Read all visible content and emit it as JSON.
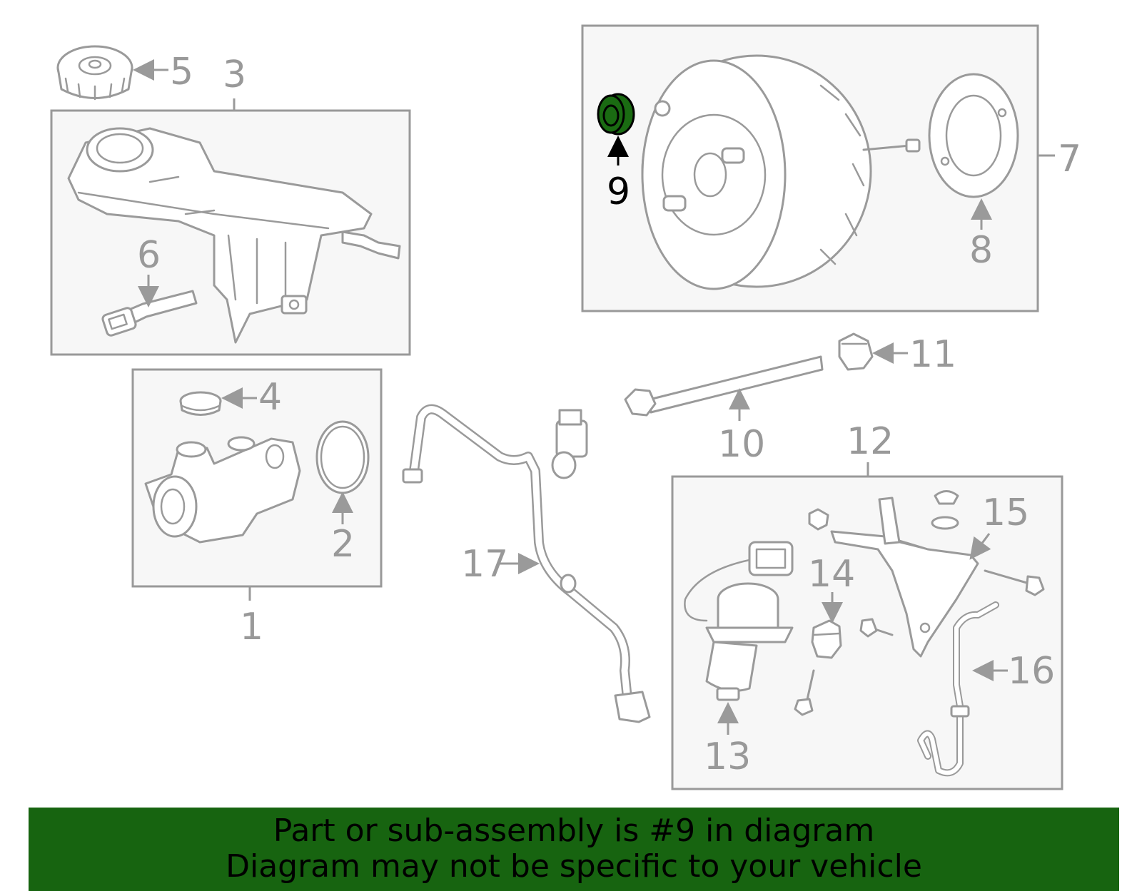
{
  "callouts": {
    "n1": "1",
    "n2": "2",
    "n3": "3",
    "n4": "4",
    "n5": "5",
    "n6": "6",
    "n7": "7",
    "n8": "8",
    "n9": "9",
    "n10": "10",
    "n11": "11",
    "n12": "12",
    "n13": "13",
    "n14": "14",
    "n15": "15",
    "n16": "16",
    "n17": "17"
  },
  "highlight": {
    "part_number": "9",
    "color": "#1a6b12"
  },
  "colors": {
    "banner": "#176410",
    "line": "#9a9a9a",
    "box_fill": "#f7f7f7"
  },
  "banner": {
    "line1": "Part or sub-assembly is #9 in diagram",
    "line2": "Diagram may not be specific to your vehicle"
  }
}
